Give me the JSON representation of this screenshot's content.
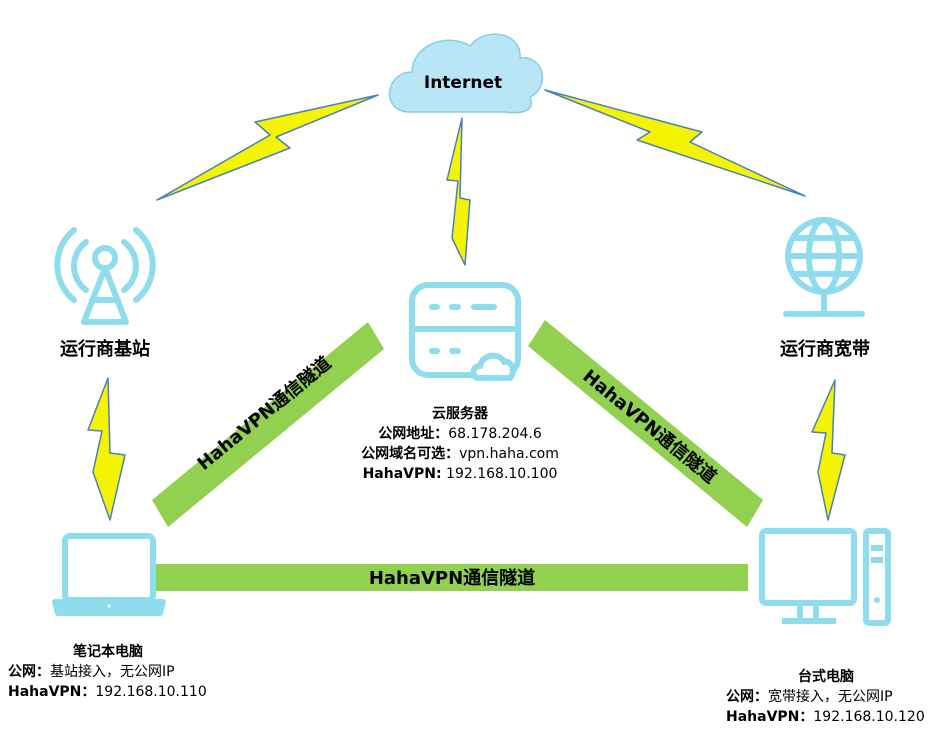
{
  "internet": {
    "label": "Internet"
  },
  "base_station": {
    "label": "运行商基站"
  },
  "broadband": {
    "label": "运行商宽带"
  },
  "cloud_server": {
    "title": "云服务器",
    "public_ip_key": "公网地址：",
    "public_ip": "68.178.204.6",
    "domain_key": "公网域名可选：",
    "domain": "vpn.haha.com",
    "vpn_key": "HahaVPN:",
    "vpn_ip": "192.168.10.100"
  },
  "laptop": {
    "title": "笔记本电脑",
    "public_key": "公网：",
    "public_value": "基站接入，无公网IP",
    "vpn_key": "HahaVPN：",
    "vpn_ip": "192.168.10.110"
  },
  "desktop": {
    "title": "台式电脑",
    "public_key": "公网：",
    "public_value": "宽带接入，无公网IP",
    "vpn_key": "HahaVPN：",
    "vpn_ip": "192.168.10.120"
  },
  "tunnels": {
    "left": "HahaVPN通信隧道",
    "right": "HahaVPN通信隧道",
    "bottom": "HahaVPN通信隧道"
  },
  "colors": {
    "icon": "#8fdcec",
    "cloud_fill": "#b8e6f7",
    "tunnel": "#92d050",
    "bolt_fill": "#f4f400",
    "bolt_stroke": "#4a7fc0"
  }
}
